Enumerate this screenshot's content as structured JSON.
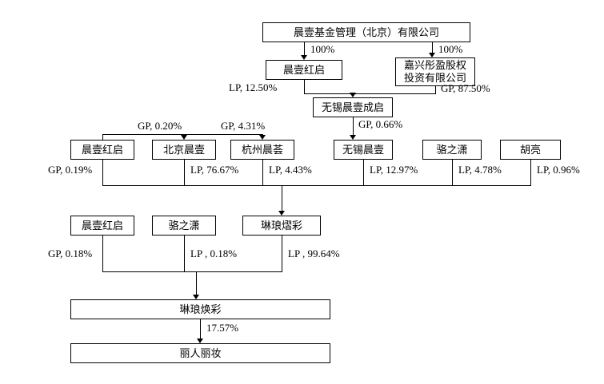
{
  "diagram": {
    "type": "equity-ownership-structure",
    "background": "#ffffff",
    "line_color": "#000000",
    "nodes": {
      "fund_mgmt": "晨壹基金管理（北京）有限公司",
      "chenyi_hongqi": "晨壹红启",
      "jiaxing_tongying": "嘉兴彤盈股权\n投资有限公司",
      "wuxi_chenyi_chengqi": "无锡晨壹成启",
      "beijing_chenyi": "北京晨壹",
      "hangzhou_chenhui": "杭州晨荟",
      "wuxi_chenyi": "无锡晨壹",
      "luo_zhixiao": "骆之潇",
      "hu_liang": "胡亮",
      "linlang_yicai": "琳琅熠彩",
      "linlang_huancai": "琳琅焕彩",
      "liren_lizhuang": "丽人丽妆"
    },
    "edge_labels": {
      "fund_to_hongqi": "100%",
      "fund_to_jiaxing": "100%",
      "hongqi_to_chengqi": "LP, 12.50%",
      "jiaxing_to_chengqi": "GP, 87.50%",
      "chengqi_to_wuxi": "GP, 0.66%",
      "hongqi_to_beijing": "GP, 0.20%",
      "hongqi_to_hangzhou": "GP, 4.31%",
      "hongqi_to_yicai": "GP, 0.19%",
      "beijing_to_yicai": "LP, 76.67%",
      "hangzhou_to_yicai": "LP, 4.43%",
      "wuxi_to_yicai": "LP, 12.97%",
      "luo_to_yicai": "LP, 4.78%",
      "hu_to_yicai": "LP, 0.96%",
      "hongqi_to_huancai": "GP, 0.18%",
      "luo_to_huancai": "LP , 0.18%",
      "yicai_to_huancai": "LP , 99.64%",
      "huancai_to_liren": "17.57%"
    }
  }
}
